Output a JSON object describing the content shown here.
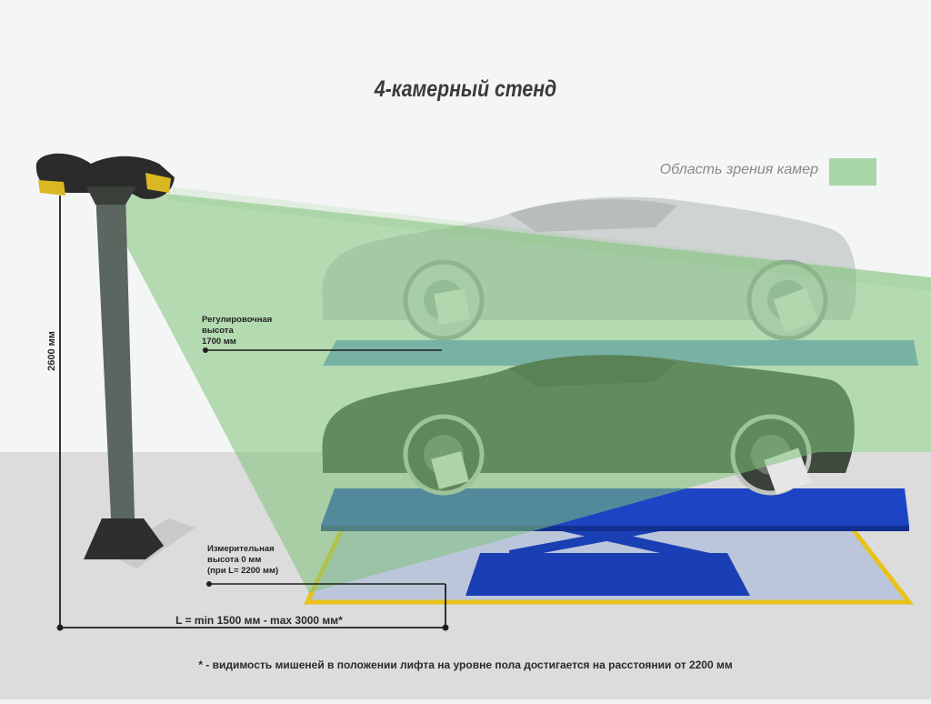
{
  "title": "4-камерный стенд",
  "legend": {
    "label": "Область зрения камер",
    "color": "#a9d6a7"
  },
  "annotations": {
    "adjust_height": [
      "Регулировочная",
      "высота",
      "1700 мм"
    ],
    "measure_height": [
      "Измерительная",
      "высота 0 мм",
      "(при L= 2200 мм)"
    ]
  },
  "dimensions": {
    "vertical": "2600 мм",
    "horizontal": "L = min 1500 мм - max 3000 мм*"
  },
  "footnote": "* - видимость мишеней в положении лифта на уровне пола достигается на расстоянии от 2200 мм",
  "colors": {
    "lift_blue": "#1a3fb5",
    "floor_frame": "#e8c21a",
    "camera_housing": "#2b2b2b",
    "camera_lens": "#d9b823"
  }
}
